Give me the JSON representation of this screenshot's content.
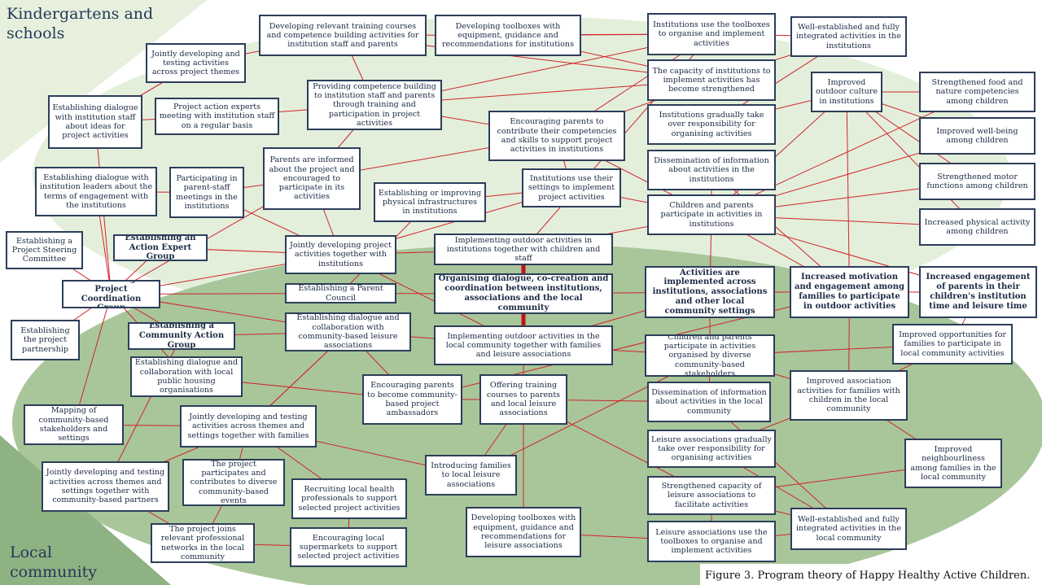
{
  "regions": {
    "kindergartens_label": "Kindergartens and schools",
    "community_label": "Local community"
  },
  "caption": "Figure 3. Program theory of Happy Healthy Active Children.",
  "colors": {
    "line": "#d2232a",
    "box_border": "#2c3e5a",
    "region_light": "#e3efdb",
    "region_dark": "#9fbf91"
  },
  "nodes": [
    {
      "id": "n1",
      "text": "Developing relevant training courses and competence building activities for institution staff and parents",
      "bold": false
    },
    {
      "id": "n2",
      "text": "Developing toolboxes with equipment, guidance and recommendations for institutions",
      "bold": false
    },
    {
      "id": "n3",
      "text": "Institutions use the toolboxes to organise and implement activities",
      "bold": false
    },
    {
      "id": "n4",
      "text": "Well-established and fully integrated activities in the institutions",
      "bold": false
    },
    {
      "id": "n5",
      "text": "Jointly developing and testing activities across project themes",
      "bold": false
    },
    {
      "id": "n6",
      "text": "The capacity of institutions to implement activities has become strengthened",
      "bold": false
    },
    {
      "id": "n7",
      "text": "Improved outdoor culture in institutions",
      "bold": false
    },
    {
      "id": "n8",
      "text": "Strengthened food and nature competencies among children",
      "bold": false
    },
    {
      "id": "n9",
      "text": "Providing competence building to institution staff and parents through training and participation in project activities",
      "bold": false
    },
    {
      "id": "n10",
      "text": "Establishing dialogue with institution staff about ideas for project activities",
      "bold": false
    },
    {
      "id": "n11",
      "text": "Project action experts meeting with institution staff on a regular basis",
      "bold": false
    },
    {
      "id": "n12",
      "text": "Encouraging parents to contribute their competencies and skills to support project activities in institutions",
      "bold": false
    },
    {
      "id": "n13",
      "text": "Institutions gradually take over responsibility for organising activities",
      "bold": false
    },
    {
      "id": "n14",
      "text": "Improved well-being among children",
      "bold": false
    },
    {
      "id": "n15",
      "text": "Parents are informed about the project and encouraged to participate in its activities",
      "bold": false
    },
    {
      "id": "n16",
      "text": "Dissemination of information about activities in the institutions",
      "bold": false
    },
    {
      "id": "n17",
      "text": "Strengthened motor functions among children",
      "bold": false
    },
    {
      "id": "n18",
      "text": "Establishing dialogue with institution leaders about the terms of engagement with the institutions",
      "bold": false
    },
    {
      "id": "n19",
      "text": "Participating in parent-staff meetings in the institutions",
      "bold": false
    },
    {
      "id": "n20",
      "text": "Institutions use their settings to implement project activities",
      "bold": false
    },
    {
      "id": "n21",
      "text": "Establishing or improving physical infrastructures in institutions",
      "bold": false
    },
    {
      "id": "n22",
      "text": "Children and parents participate in activities in institutions",
      "bold": false
    },
    {
      "id": "n23",
      "text": "Increased physical activity among children",
      "bold": false
    },
    {
      "id": "n24",
      "text": "Establishing a Project Steering Committee",
      "bold": false
    },
    {
      "id": "n25",
      "text": "Establishing an Action Expert Group",
      "bold": true
    },
    {
      "id": "n26",
      "text": "Jointly developing project activities together with institutions",
      "bold": false
    },
    {
      "id": "n27",
      "text": "Implementing outdoor activities in institutions together with children and staff",
      "bold": false
    },
    {
      "id": "n28",
      "text": "Establishing a Project Coordination Group",
      "bold": true
    },
    {
      "id": "n29",
      "text": "Establishing a Parent Council",
      "bold": false
    },
    {
      "id": "n30",
      "text": "Organising dialogue, co-creation and coordination between institutions, associations and the local community",
      "bold": true
    },
    {
      "id": "n31",
      "text": "Activities are implemented across institutions, associations and other local community settings",
      "bold": true
    },
    {
      "id": "n32",
      "text": "Increased motivation and engagement among families to participate in outdoor activities",
      "bold": true
    },
    {
      "id": "n33",
      "text": "Increased engagement of parents in their children's institution time and leisure time",
      "bold": true
    },
    {
      "id": "n34",
      "text": "Establishing the project partnership",
      "bold": false
    },
    {
      "id": "n35",
      "text": "Establishing a Community Action Group",
      "bold": true
    },
    {
      "id": "n36",
      "text": "Establishing dialogue and collaboration with community-based leisure associations",
      "bold": false
    },
    {
      "id": "n37",
      "text": "Implementing outdoor activities in the local community together with families and leisure associations",
      "bold": false
    },
    {
      "id": "n38",
      "text": "Children and parents participate in activities organised by diverse community-based stakeholders",
      "bold": false
    },
    {
      "id": "n39",
      "text": "Improved opportunities for families to participate in local community activities",
      "bold": false
    },
    {
      "id": "n40",
      "text": "Establishing dialogue and collaboration with local public housing organisations",
      "bold": false
    },
    {
      "id": "n41",
      "text": "Encouraging parents to become community-based project ambassadors",
      "bold": false
    },
    {
      "id": "n42",
      "text": "Offering training courses to parents and local leisure associations",
      "bold": false
    },
    {
      "id": "n43",
      "text": "Dissemination of information about activities in the local community",
      "bold": false
    },
    {
      "id": "n44",
      "text": "Improved association activities for families with children in the local community",
      "bold": false
    },
    {
      "id": "n45",
      "text": "Mapping of community-based stakeholders and settings",
      "bold": false
    },
    {
      "id": "n46",
      "text": "Jointly developing and testing activities across themes and settings together with families",
      "bold": false
    },
    {
      "id": "n47",
      "text": "Leisure associations gradually take over responsibility for organising activities",
      "bold": false
    },
    {
      "id": "n48",
      "text": "Improved neighbourliness among families in the local community",
      "bold": false
    },
    {
      "id": "n49",
      "text": "Jointly developing and testing activities across themes and settings together with community-based partners",
      "bold": false
    },
    {
      "id": "n50",
      "text": "The project participates and contributes to diverse community-based events",
      "bold": false
    },
    {
      "id": "n51",
      "text": "Introducing families to local leisure associations",
      "bold": false
    },
    {
      "id": "n52",
      "text": "Recruiting local health professionals to support selected project activities",
      "bold": false
    },
    {
      "id": "n53",
      "text": "Strengthened capacity of leisure associations to facilitate activities",
      "bold": false
    },
    {
      "id": "n54",
      "text": "Developing toolboxes with equipment, guidance and recommendations for leisure associations",
      "bold": false
    },
    {
      "id": "n55",
      "text": "Well-established and fully integrated activities in the local community",
      "bold": false
    },
    {
      "id": "n56",
      "text": "The project joins relevant professional networks in the local community",
      "bold": false
    },
    {
      "id": "n57",
      "text": "Encouraging local supermarkets to support selected project activities",
      "bold": false
    },
    {
      "id": "n58",
      "text": "Leisure associations use the toolboxes to organise and implement activities",
      "bold": false
    }
  ],
  "edges": [
    [
      "n5",
      "n1"
    ],
    [
      "n1",
      "n3"
    ],
    [
      "n2",
      "n3"
    ],
    [
      "n1",
      "n6"
    ],
    [
      "n2",
      "n6"
    ],
    [
      "n3",
      "n4"
    ],
    [
      "n6",
      "n4"
    ],
    [
      "n9",
      "n1"
    ],
    [
      "n9",
      "n3"
    ],
    [
      "n9",
      "n6"
    ],
    [
      "n10",
      "n5"
    ],
    [
      "n10",
      "n28"
    ],
    [
      "n11",
      "n9"
    ],
    [
      "n11",
      "n10"
    ],
    [
      "n12",
      "n6"
    ],
    [
      "n12",
      "n22"
    ],
    [
      "n12",
      "n3"
    ],
    [
      "n13",
      "n4"
    ],
    [
      "n13",
      "n7"
    ],
    [
      "n7",
      "n8"
    ],
    [
      "n7",
      "n14"
    ],
    [
      "n7",
      "n17"
    ],
    [
      "n7",
      "n23"
    ],
    [
      "n7",
      "n32"
    ],
    [
      "n15",
      "n12"
    ],
    [
      "n15",
      "n9"
    ],
    [
      "n15",
      "n26"
    ],
    [
      "n15",
      "n28"
    ],
    [
      "n16",
      "n22"
    ],
    [
      "n18",
      "n28"
    ],
    [
      "n18",
      "n19"
    ],
    [
      "n19",
      "n15"
    ],
    [
      "n19",
      "n26"
    ],
    [
      "n20",
      "n22"
    ],
    [
      "n20",
      "n26"
    ],
    [
      "n21",
      "n20"
    ],
    [
      "n21",
      "n29"
    ],
    [
      "n22",
      "n8"
    ],
    [
      "n22",
      "n14"
    ],
    [
      "n22",
      "n17"
    ],
    [
      "n22",
      "n23"
    ],
    [
      "n22",
      "n32"
    ],
    [
      "n22",
      "n33"
    ],
    [
      "n22",
      "n7"
    ],
    [
      "n24",
      "n28"
    ],
    [
      "n25",
      "n28"
    ],
    [
      "n25",
      "n26"
    ],
    [
      "n26",
      "n27"
    ],
    [
      "n26",
      "n28"
    ],
    [
      "n27",
      "n3"
    ],
    [
      "n27",
      "n22"
    ],
    [
      "n27",
      "n30"
    ],
    [
      "n28",
      "n29"
    ],
    [
      "n28",
      "n36"
    ],
    [
      "n28",
      "n35"
    ],
    [
      "n28",
      "n34"
    ],
    [
      "n28",
      "n40"
    ],
    [
      "n29",
      "n30"
    ],
    [
      "n30",
      "n31"
    ],
    [
      "n30",
      "n37"
    ],
    [
      "n31",
      "n32"
    ],
    [
      "n32",
      "n33"
    ],
    [
      "n31",
      "n22"
    ],
    [
      "n31",
      "n38"
    ],
    [
      "n32",
      "n44"
    ],
    [
      "n33",
      "n39"
    ],
    [
      "n35",
      "n36"
    ],
    [
      "n36",
      "n37"
    ],
    [
      "n36",
      "n46"
    ],
    [
      "n37",
      "n38"
    ],
    [
      "n37",
      "n26"
    ],
    [
      "n38",
      "n39"
    ],
    [
      "n38",
      "n44"
    ],
    [
      "n40",
      "n41"
    ],
    [
      "n41",
      "n42"
    ],
    [
      "n42",
      "n43"
    ],
    [
      "n42",
      "n51"
    ],
    [
      "n42",
      "n53"
    ],
    [
      "n43",
      "n38"
    ],
    [
      "n44",
      "n48"
    ],
    [
      "n44",
      "n39"
    ],
    [
      "n45",
      "n46"
    ],
    [
      "n45",
      "n28"
    ],
    [
      "n46",
      "n49"
    ],
    [
      "n46",
      "n36"
    ],
    [
      "n47",
      "n55"
    ],
    [
      "n47",
      "n44"
    ],
    [
      "n49",
      "n35"
    ],
    [
      "n50",
      "n56"
    ],
    [
      "n50",
      "n46"
    ],
    [
      "n51",
      "n38"
    ],
    [
      "n51",
      "n46"
    ],
    [
      "n52",
      "n57"
    ],
    [
      "n52",
      "n46"
    ],
    [
      "n53",
      "n58"
    ],
    [
      "n53",
      "n55"
    ],
    [
      "n53",
      "n48"
    ],
    [
      "n54",
      "n58"
    ],
    [
      "n54",
      "n37"
    ],
    [
      "n56",
      "n57"
    ],
    [
      "n58",
      "n55"
    ],
    [
      "n41",
      "n32"
    ],
    [
      "n9",
      "n12"
    ],
    [
      "n12",
      "n20"
    ],
    [
      "n49",
      "n56"
    ],
    [
      "n36",
      "n41"
    ],
    [
      "n37",
      "n31"
    ],
    [
      "n5",
      "n10"
    ],
    [
      "n16",
      "n32"
    ],
    [
      "n43",
      "n55"
    ]
  ]
}
